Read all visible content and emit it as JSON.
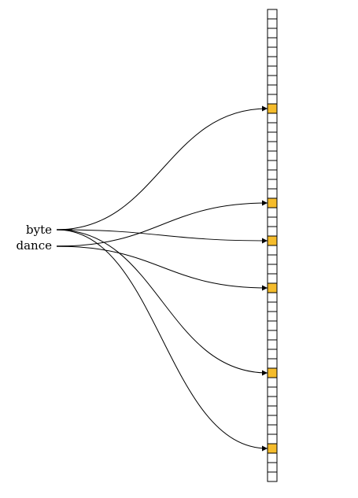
{
  "diagram": {
    "words": [
      "byte",
      "dance"
    ],
    "cell_count": 50,
    "colors": {
      "highlight": "#f5bc2c",
      "cell": "#ffffff",
      "stroke": "#000000"
    },
    "highlighted_cells": [
      10,
      20,
      24,
      29,
      38,
      46
    ],
    "edges": [
      {
        "from": 0,
        "to": 10
      },
      {
        "from": 0,
        "to": 24
      },
      {
        "from": 0,
        "to": 38
      },
      {
        "from": 0,
        "to": 46
      },
      {
        "from": 1,
        "to": 20
      },
      {
        "from": 1,
        "to": 29
      }
    ]
  }
}
